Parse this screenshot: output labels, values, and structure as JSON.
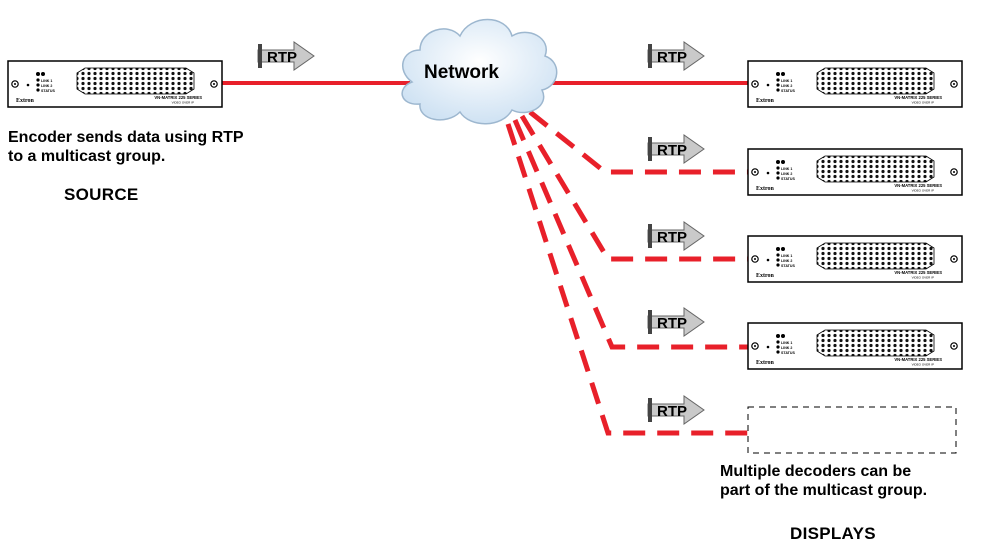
{
  "network": {
    "label": "Network"
  },
  "rtp_label": "RTP",
  "device": {
    "brand": "Extron",
    "model": "VN-MATRIX 225 SERIES",
    "sub_model": "VIDEO OVER IP",
    "led_labels": [
      "LINK 1",
      "LINK 2",
      "STATUS"
    ]
  },
  "source": {
    "caption_lines": [
      "Encoder sends data using RTP",
      "to a multicast group."
    ],
    "heading": "SOURCE"
  },
  "displays": {
    "caption_lines": [
      "Multiple decoders can be",
      "part of the multicast group."
    ],
    "heading": "DISPLAYS"
  },
  "colors": {
    "link": "#e8202a",
    "arrow_fill": "#c9c9c9",
    "cloud_fill": "#dcebf7",
    "cloud_edge": "#8ea9c4"
  }
}
